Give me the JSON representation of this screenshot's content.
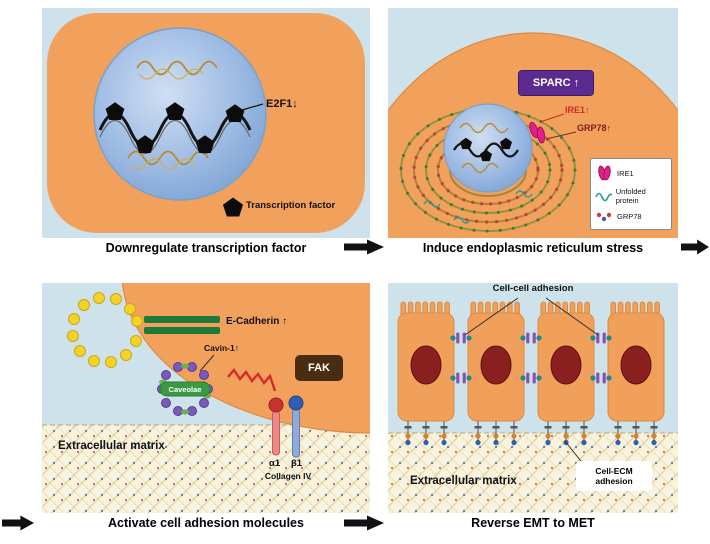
{
  "colors": {
    "panel_bg_blue": "#cde2ea",
    "cell_orange": "#f2a15c",
    "nucleus_blue": "#9fbce4",
    "sparc_purple": "#5b2b8f",
    "fak_brown": "#4a2c12",
    "ecadherin_green": "#1d7a3a",
    "ire1_magenta": "#e0218a",
    "ecm_cream": "#f7f3dd",
    "arrow_black": "#111111",
    "nucleus_maroon": "#8a1f1f"
  },
  "panel1": {
    "caption": "Downregulate transcription factor",
    "e2f1_label": "E2F1↓",
    "tf_legend_label": "Transcription factor"
  },
  "panel2": {
    "caption": "Induce endoplasmic reticulum stress",
    "sparc_badge": "SPARC ↑",
    "ire1_label": "IRE1↑",
    "grp78_label": "GRP78↑",
    "legend": {
      "ire1": "IRE1",
      "unfolded_protein": "Unfolded protein",
      "grp78": "GRP78"
    }
  },
  "panel3": {
    "caption": "Activate cell adhesion molecules",
    "ecadherin_label": "E-Cadherin ↑",
    "cavin_label": "Cavin-1↑",
    "caveolae_label": "Caveolae",
    "fak_label": "FAK",
    "alpha1_label": "α1",
    "beta1_label": "β1",
    "collagen_label": "Collagen IV",
    "ecm_label": "Extracellular matrix"
  },
  "panel4": {
    "caption": "Reverse EMT to MET",
    "cell_cell_label": "Cell-cell adhesion",
    "ecm_label": "Extracellular matrix",
    "cell_ecm_label": "Cell-ECM adhesion"
  }
}
